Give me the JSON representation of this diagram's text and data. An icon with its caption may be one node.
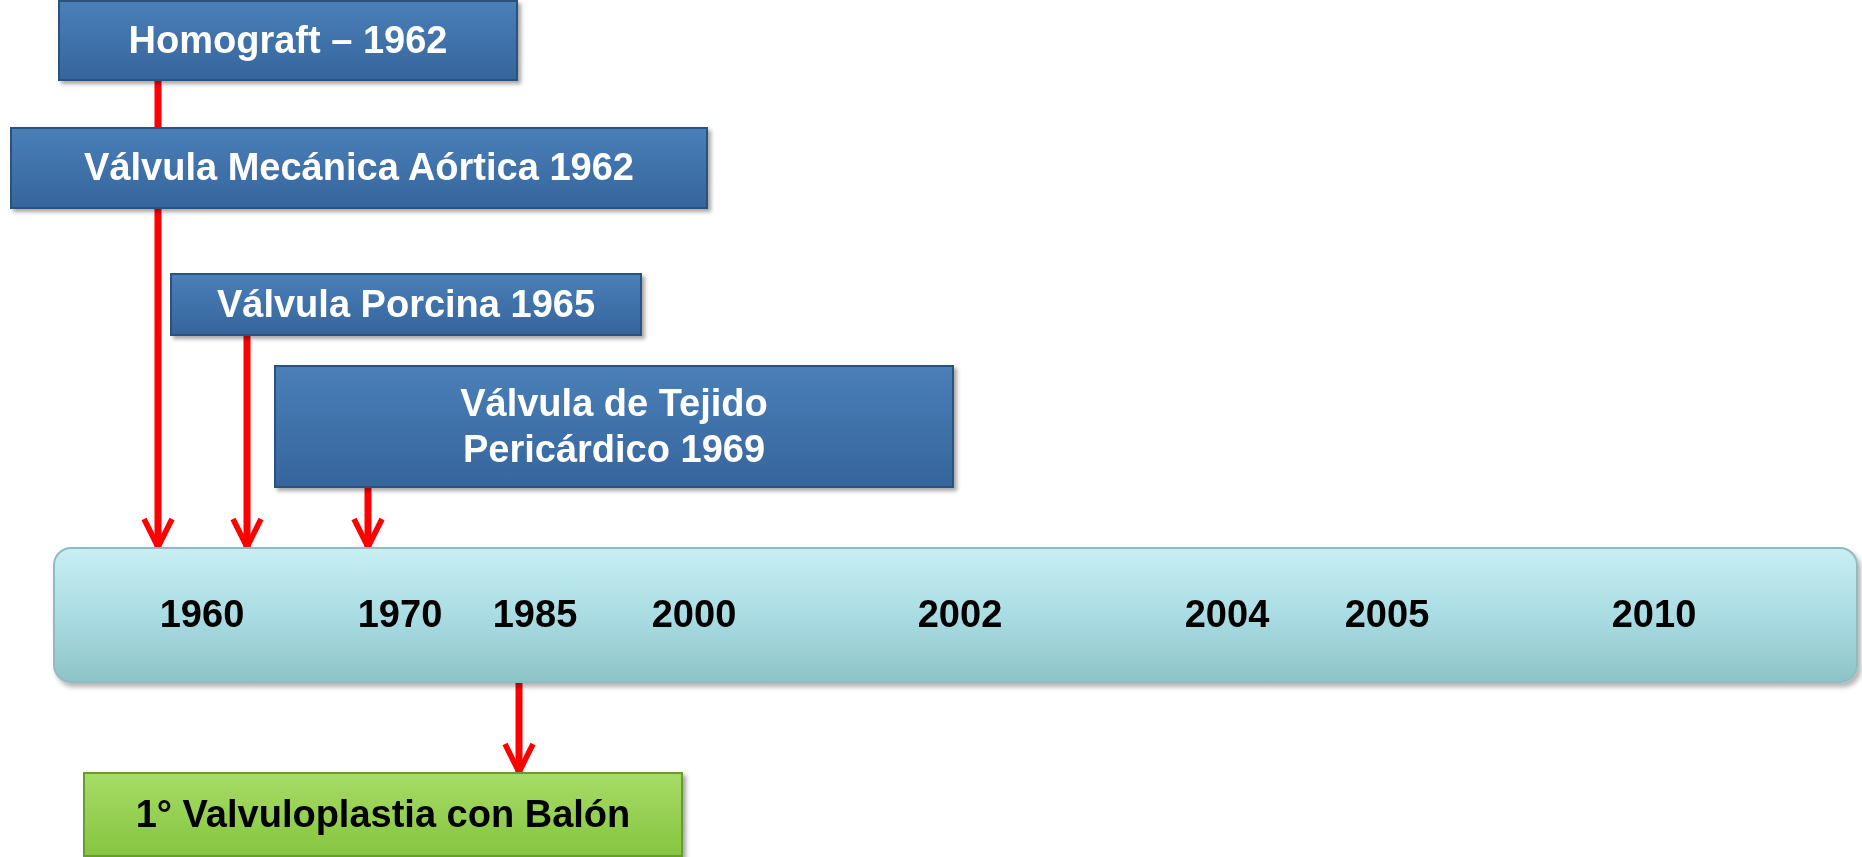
{
  "diagram": {
    "nodes": [
      {
        "text": [
          "Homograft – 1962"
        ]
      },
      {
        "text": [
          "Válvula Mecánica Aórtica 1962"
        ]
      },
      {
        "text": [
          "Válvula Porcina 1965"
        ]
      },
      {
        "text": [
          "Válvula de Tejido Pericárdico 1969"
        ]
      },
      {
        "text": [
          "1960",
          "1970",
          "1985",
          "2000",
          "2002",
          "2004",
          "2005",
          "2010"
        ]
      },
      {
        "text": [
          "1° Valvuloplastia con Balón"
        ]
      }
    ],
    "edges": [
      {
        "from": 0,
        "to": 1,
        "arrow": "none",
        "color": "#ff0000"
      },
      {
        "from": 1,
        "to": 4,
        "arrow": "to",
        "color": "#ff0000"
      },
      {
        "from": 2,
        "to": 4,
        "arrow": "to",
        "color": "#ff0000"
      },
      {
        "from": 3,
        "to": 4,
        "arrow": "to",
        "color": "#ff0000"
      },
      {
        "from": 4,
        "to": 5,
        "arrow": "to",
        "color": "#ff0000"
      }
    ]
  }
}
